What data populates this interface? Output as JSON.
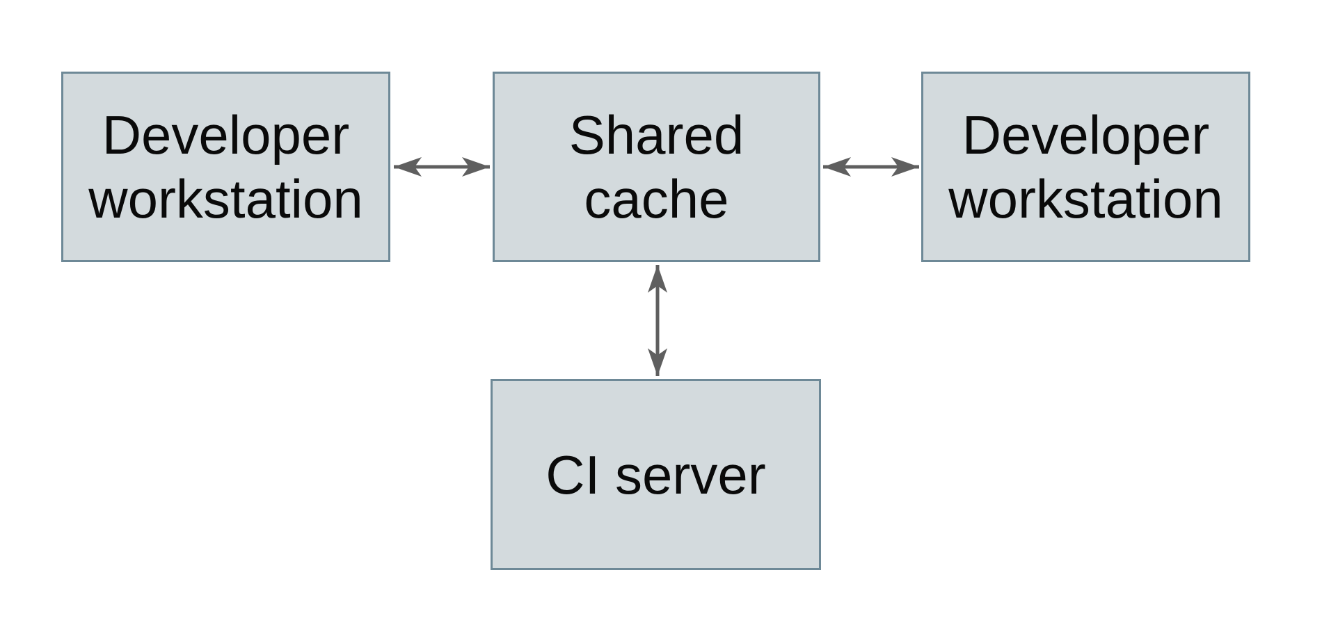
{
  "diagram": {
    "title": "",
    "background_color": "#ffffff",
    "colors": {
      "node_fill": "#d3dadd",
      "node_border": "#6e8997",
      "arrow": "#5f5f5f",
      "text": "#0a0a0a"
    },
    "nodes": [
      {
        "id": "developer-workstation-left",
        "label": "Developer workstation",
        "line1": "Developer",
        "line2": "workstation"
      },
      {
        "id": "shared-cache",
        "label": "Shared cache",
        "line1": "Shared",
        "line2": "cache"
      },
      {
        "id": "developer-workstation-right",
        "label": "Developer workstation",
        "line1": "Developer",
        "line2": "workstation"
      },
      {
        "id": "ci-server",
        "label": "CI server",
        "line1": "CI server"
      }
    ],
    "edges": [
      {
        "from": "developer-workstation-left",
        "to": "shared-cache",
        "type": "bidirectional-arrow"
      },
      {
        "from": "shared-cache",
        "to": "developer-workstation-right",
        "type": "bidirectional-arrow"
      },
      {
        "from": "shared-cache",
        "to": "ci-server",
        "type": "bidirectional-arrow"
      }
    ]
  }
}
